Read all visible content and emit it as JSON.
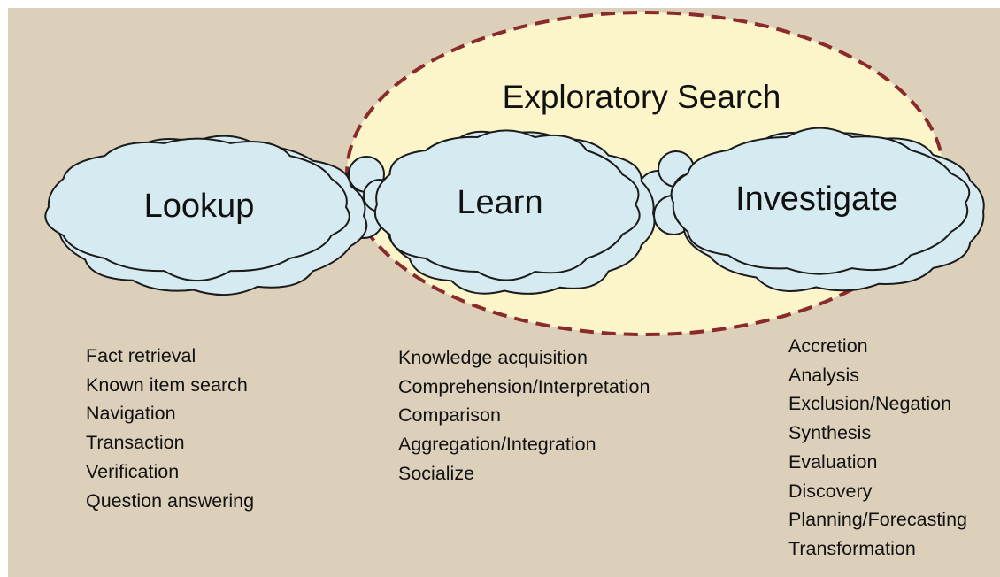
{
  "diagram": {
    "title": "Exploratory Search",
    "colors": {
      "background": "#dcd0bb",
      "ellipse_fill": "#fbf5c9",
      "ellipse_stroke": "#8b2a2a",
      "cloud_fill": "#d6ebf1",
      "cloud_stroke": "#1b1b1b"
    },
    "clouds": [
      {
        "id": "lookup",
        "label": "Lookup"
      },
      {
        "id": "learn",
        "label": "Learn"
      },
      {
        "id": "investigate",
        "label": "Investigate"
      }
    ],
    "lists": {
      "lookup": [
        "Fact retrieval",
        "Known item search",
        "Navigation",
        "Transaction",
        "Verification",
        "Question answering"
      ],
      "learn": [
        "Knowledge acquisition",
        "Comprehension/Interpretation",
        "Comparison",
        "Aggregation/Integration",
        "Socialize"
      ],
      "investigate": [
        "Accretion",
        "Analysis",
        "Exclusion/Negation",
        "Synthesis",
        "Evaluation",
        "Discovery",
        "Planning/Forecasting",
        "Transformation"
      ]
    }
  }
}
